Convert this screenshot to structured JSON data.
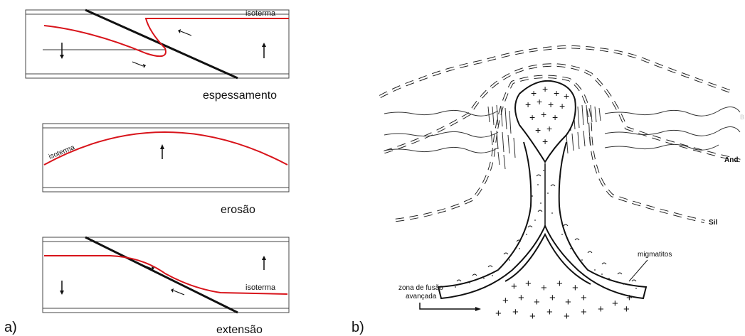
{
  "panel_a": {
    "label": "a)",
    "top_caption": "espessamento",
    "middle_caption": "erosão",
    "bottom_caption": "extensão",
    "isotherm_label_top": "isoterma",
    "isotherm_label_middle": "isoterma",
    "isotherm_label_bottom": "isoterma",
    "isotherm_color": "#d8141b"
  },
  "panel_b": {
    "label": "b)",
    "migmatites_label": "migmatitos",
    "fusion_zone_label_line1": "zona de fusão",
    "fusion_zone_label_line2": "avançada",
    "andalusite_label": "And",
    "sillimanite_label": "Sil",
    "faint_label": "B"
  }
}
